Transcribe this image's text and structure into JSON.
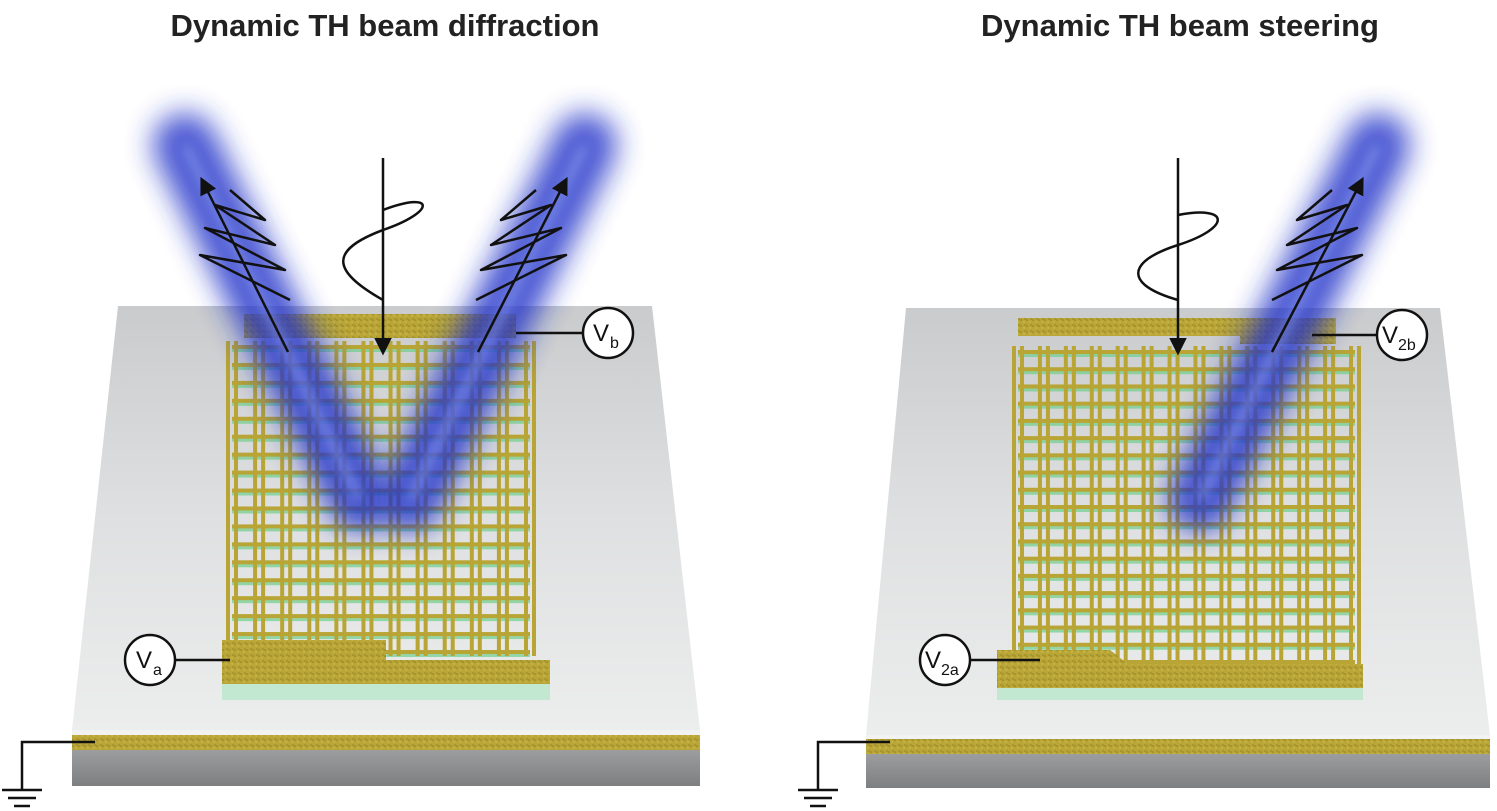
{
  "panels": [
    {
      "title": "Dynamic TH beam diffraction",
      "labels": {
        "top": {
          "main": "V",
          "sub": "b"
        },
        "bottom": {
          "main": "V",
          "sub": "a"
        }
      }
    },
    {
      "title": "Dynamic TH beam steering",
      "labels": {
        "top": {
          "main": "V",
          "sub": "2b"
        },
        "bottom": {
          "main": "V",
          "sub": "2a"
        }
      }
    }
  ],
  "colors": {
    "substrate_top": "#e2e3e4",
    "substrate_side": "#8f9193",
    "gold": "#b8a535",
    "grid_green": "#6fcf8a",
    "fundamental_beam": "#e8222b",
    "third_harmonic_beam": "#1a2fc0"
  }
}
